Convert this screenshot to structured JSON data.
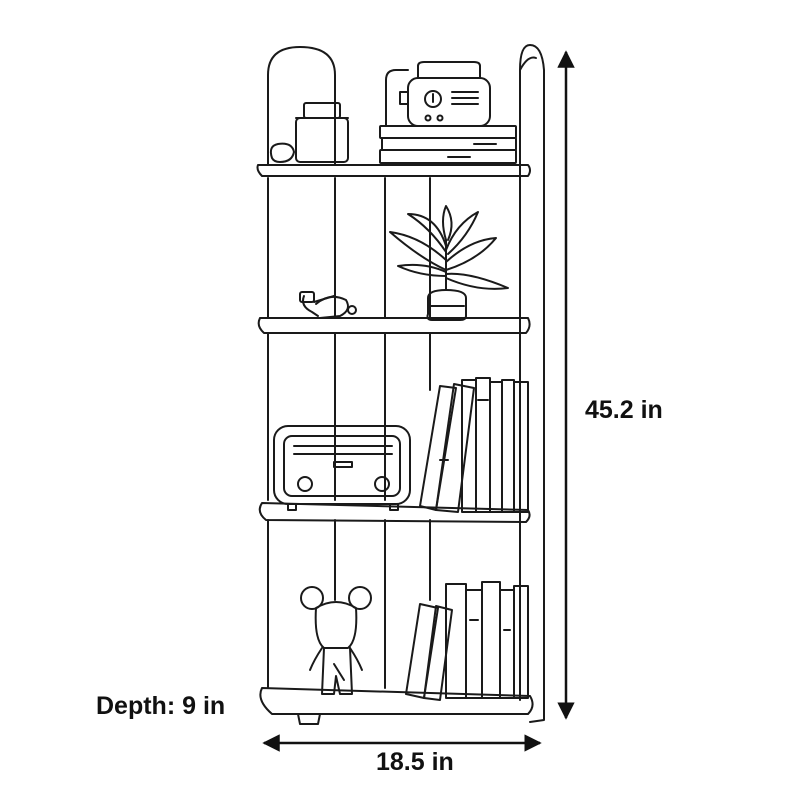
{
  "dimensions": {
    "height": "45.2 in",
    "width": "18.5 in",
    "depth": "Depth: 9 in"
  },
  "colors": {
    "line": "#1a1a1a",
    "background": "#ffffff"
  },
  "illustration": {
    "subject": "bookshelf-line-drawing",
    "shelf_count": 4,
    "icons": [
      "radio-icon",
      "plant-icon",
      "headphones-icon",
      "books-icon",
      "bear-figure-icon",
      "candle-icon",
      "stone-icon"
    ]
  }
}
